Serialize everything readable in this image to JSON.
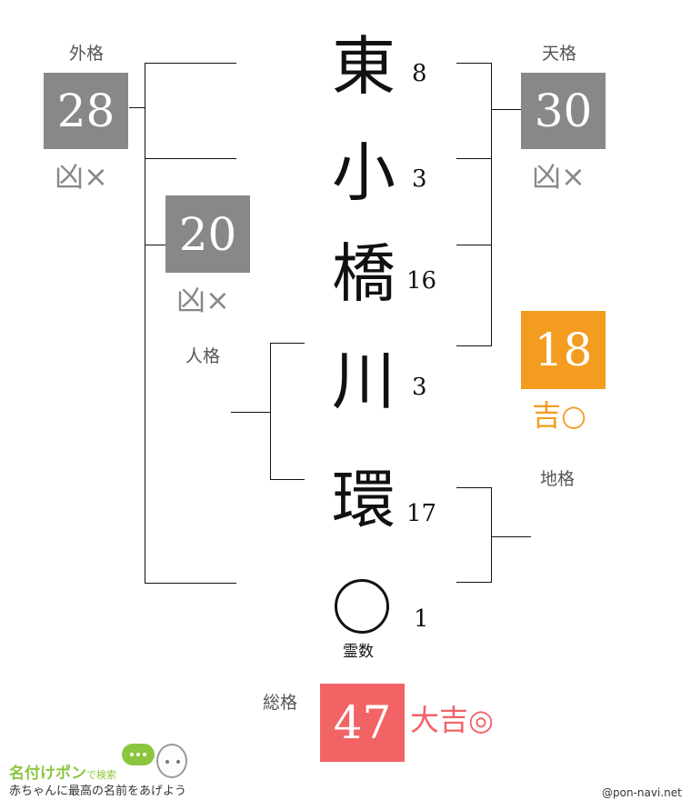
{
  "name_chars": [
    {
      "char": "東",
      "strokes": "8"
    },
    {
      "char": "小",
      "strokes": "3"
    },
    {
      "char": "橋",
      "strokes": "16"
    },
    {
      "char": "川",
      "strokes": "3"
    },
    {
      "char": "環",
      "strokes": "17"
    }
  ],
  "reisu": {
    "strokes": "1",
    "label": "霊数"
  },
  "gaikaku": {
    "label": "外格",
    "value": "28",
    "fortune": "凶×"
  },
  "tenkaku": {
    "label": "天格",
    "value": "30",
    "fortune": "凶×"
  },
  "jinkaku": {
    "label": "人格",
    "value": "20",
    "fortune": "凶×"
  },
  "chikaku": {
    "label": "地格",
    "value": "18",
    "fortune": "吉○"
  },
  "soukaku": {
    "label": "総格",
    "value": "47",
    "fortune": "大吉◎"
  },
  "footer": {
    "brand": "名付けポン",
    "brand_suffix": "で検索",
    "tagline": "赤ちゃんに最高の名前をあげよう",
    "credit": "@pon-navi.net"
  },
  "colors": {
    "bad": "#888888",
    "good": "#f39c1f",
    "great": "#f26366",
    "bad_text": "#888888",
    "label": "#555555",
    "brand": "#8cc63f"
  }
}
